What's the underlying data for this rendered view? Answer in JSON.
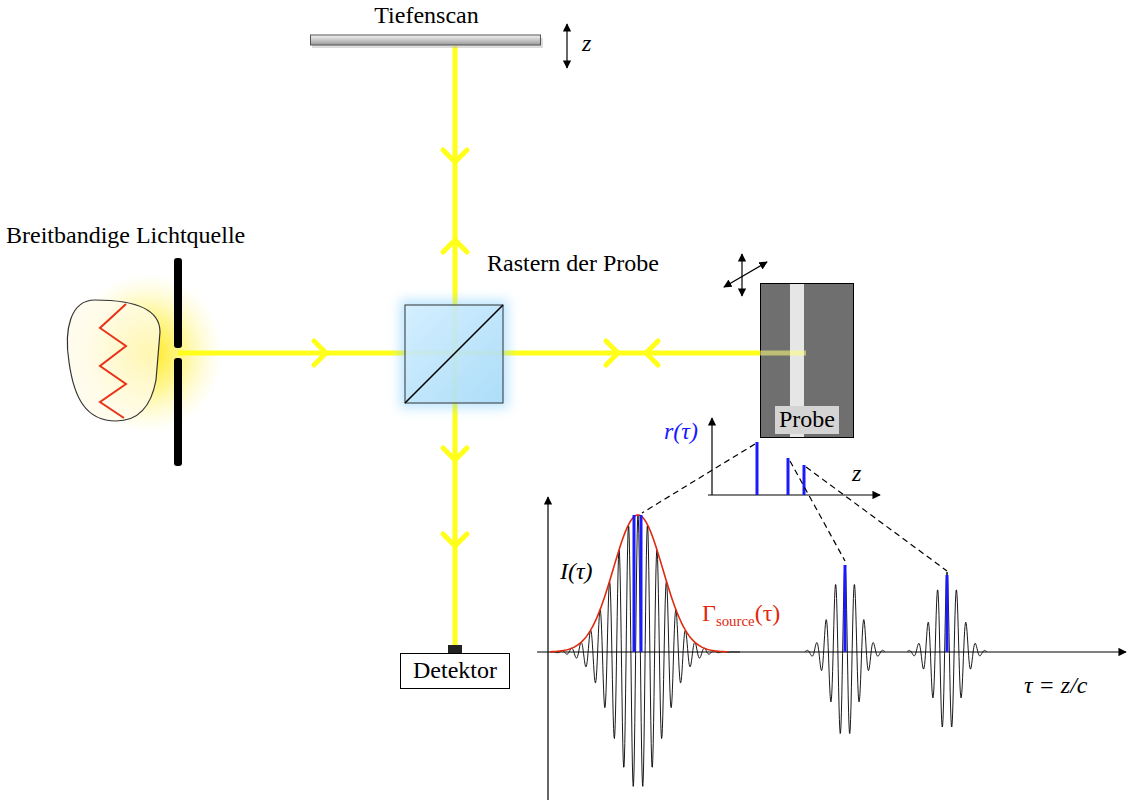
{
  "diagram": {
    "nodes": [
      {
        "text": [
          "Tiefenscan"
        ]
      },
      {
        "text": [
          "Breitbandige Lichtquelle"
        ]
      },
      {
        "text": [
          "Probe"
        ]
      },
      {
        "text": [
          "Detektor"
        ]
      }
    ],
    "labels": [
      "z",
      "Rastern der Probe",
      "r(τ)",
      "z",
      "I(τ)",
      "Γsource(τ)",
      "τ = z/c"
    ]
  }
}
